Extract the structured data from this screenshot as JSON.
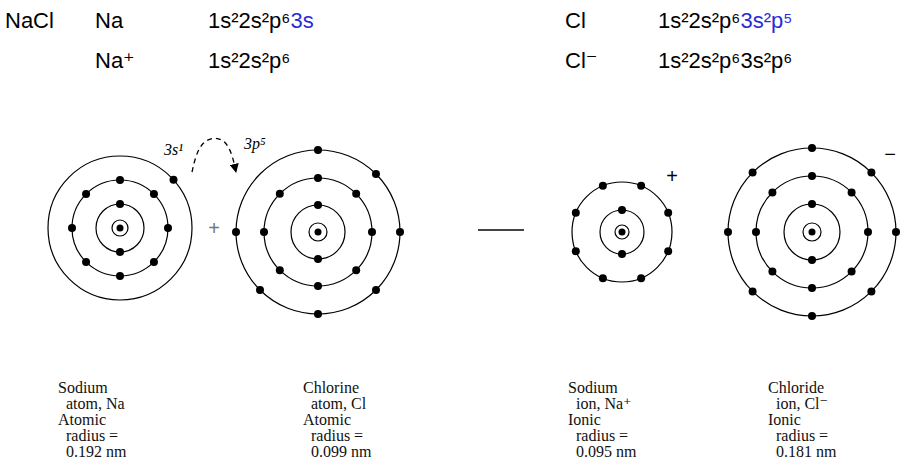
{
  "diagram": {
    "nodes": [
      {
        "text": [
          "Sodium atom, Na",
          "Atomic radius = 0.192 nm"
        ]
      },
      {
        "text": [
          "Chlorine atom, Cl",
          "Atomic radius = 0.099 nm"
        ]
      },
      {
        "text": [
          "Sodium ion, Na⁺",
          "Ionic radius = 0.095 nm"
        ]
      },
      {
        "text": [
          "Chloride ion, Cl⁻",
          "Ionic radius = 0.181 nm"
        ]
      }
    ],
    "edges": [
      {
        "from": 0,
        "to": 1,
        "arrow": "to"
      }
    ],
    "labels": [
      "NaCl",
      "Na",
      "1s²2s²p⁶",
      "3s",
      "Cl",
      "1s²2s²p⁶",
      "3s²p⁵",
      "Na⁺",
      "1s²2s²p⁶",
      "Cl⁻",
      "1s²2s²p⁶3s²p⁶",
      "3s¹",
      "3p⁵",
      "+",
      "+",
      "−"
    ]
  }
}
